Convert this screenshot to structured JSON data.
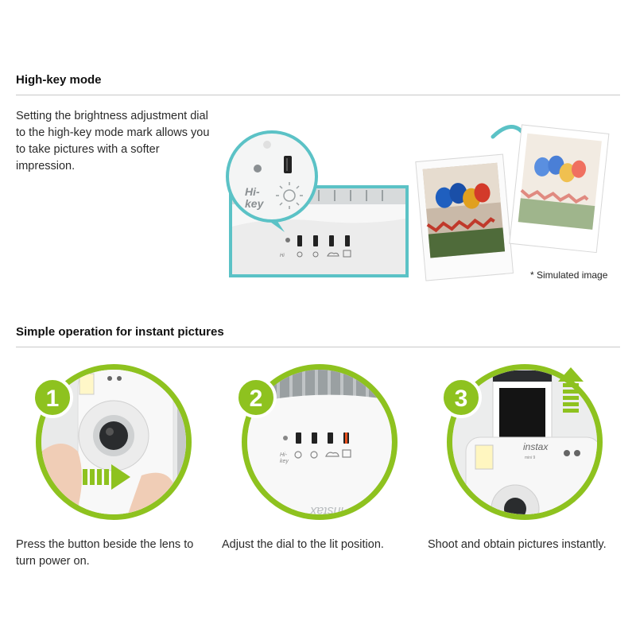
{
  "section1": {
    "title": "High-key mode",
    "description": "Setting the brightness adjustment dial to the high-key mode mark allows you to take pictures with a softer impression.",
    "dial_marks": [
      "Hi-",
      "key"
    ],
    "note": "* Simulated image"
  },
  "section2": {
    "title": "Simple operation for instant pictures",
    "steps": [
      {
        "number": "1",
        "caption": "Press the button beside the lens to turn power on."
      },
      {
        "number": "2",
        "caption": "Adjust the dial to the lit position."
      },
      {
        "number": "3",
        "caption": "Shoot and obtain pictures instantly."
      }
    ],
    "camera_brand": "instax",
    "camera_model": "mini 9"
  },
  "colors": {
    "teal": "#5bc2c6",
    "lime": "#8ec21f",
    "lime_dark": "#6fa012",
    "lamp": "#e8501e"
  }
}
